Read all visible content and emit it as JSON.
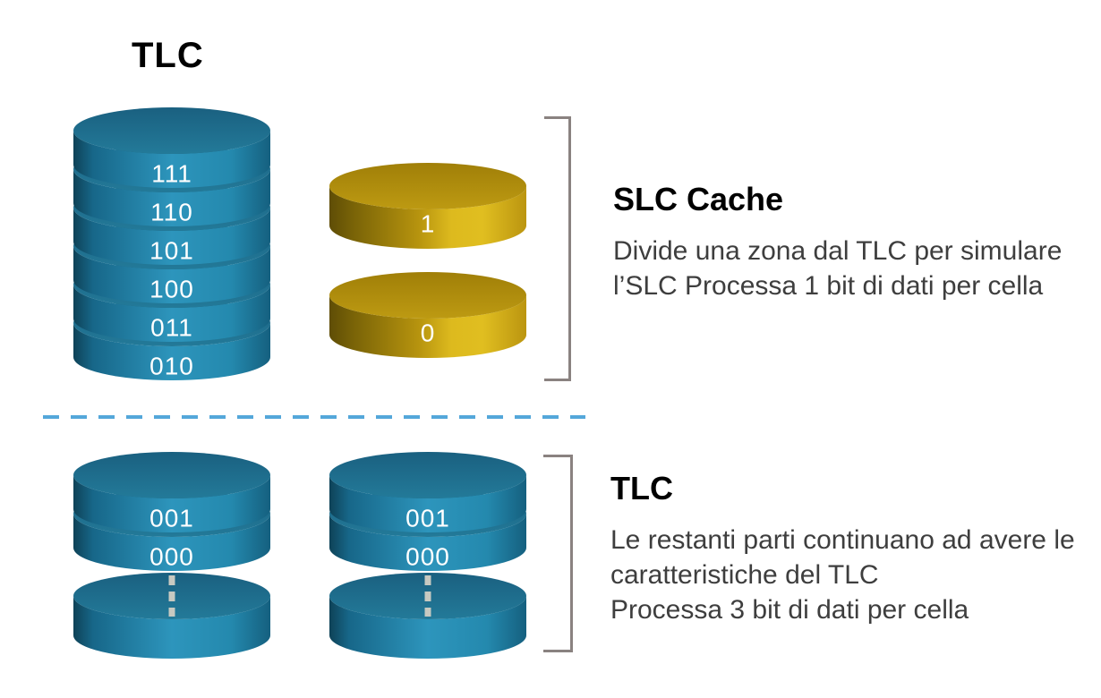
{
  "colors": {
    "cylinder_blue": "#2D95BC",
    "cylinder_blue_top": "#1E6F8E",
    "disk_gold": "#DDBA1E",
    "disk_gold_top": "#B5920E",
    "divider_blue": "#54A7DA",
    "bracket_gray": "#8A8280",
    "connector_gray": "#C7C9C1",
    "heading_black": "#000000",
    "body_gray": "#3E3E3E",
    "label_white": "#FFFFFF"
  },
  "tlc_stack": {
    "title": "TLC",
    "labels": [
      "111",
      "110",
      "101",
      "100",
      "011",
      "010"
    ]
  },
  "slc_disks": {
    "labels": [
      "1",
      "0"
    ]
  },
  "bottom_stacks": {
    "left": {
      "labels": [
        "001",
        "000"
      ]
    },
    "right": {
      "labels": [
        "001",
        "000"
      ]
    }
  },
  "slc_section": {
    "heading": "SLC Cache",
    "line1": "Divide una zona dal TLC per simulare",
    "line2": "l’SLC Processa 1 bit di dati per cella"
  },
  "tlc_section": {
    "heading": "TLC",
    "line1": "Le restanti parti continuano ad avere le",
    "line2": "caratteristiche del TLC",
    "line3": "Processa 3 bit di dati per cella"
  }
}
